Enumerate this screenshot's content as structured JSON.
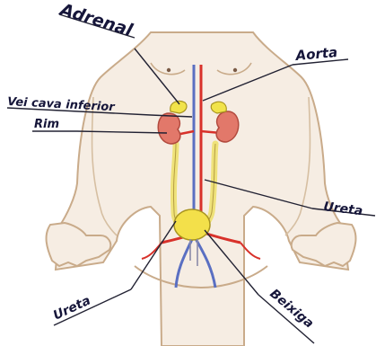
{
  "labels": {
    "adrenal": "Adrenal",
    "aorta": "Aorta",
    "vena_cava": "Vei cava inferior",
    "kidney": "Rim",
    "ureter_right": "Ureta",
    "ureter_left": "Ureta",
    "bladder": "Beixiga"
  },
  "colors": {
    "outline": "#1f1f3a",
    "skin": "#f6ede3",
    "body_outline": "#c9ab8a",
    "kidney": "#e2786a",
    "adrenal_gland": "#f1e34a",
    "ureter": "#efe27a",
    "bladder": "#f3e04a",
    "aorta": "#d8312a",
    "vena_cava": "#5a6fc2",
    "pointer_line": "#222233"
  },
  "icons": {
    "kidney": "bean-shape",
    "adrenal_gland": "small-cap-shape",
    "bladder": "round-sac-shape"
  }
}
